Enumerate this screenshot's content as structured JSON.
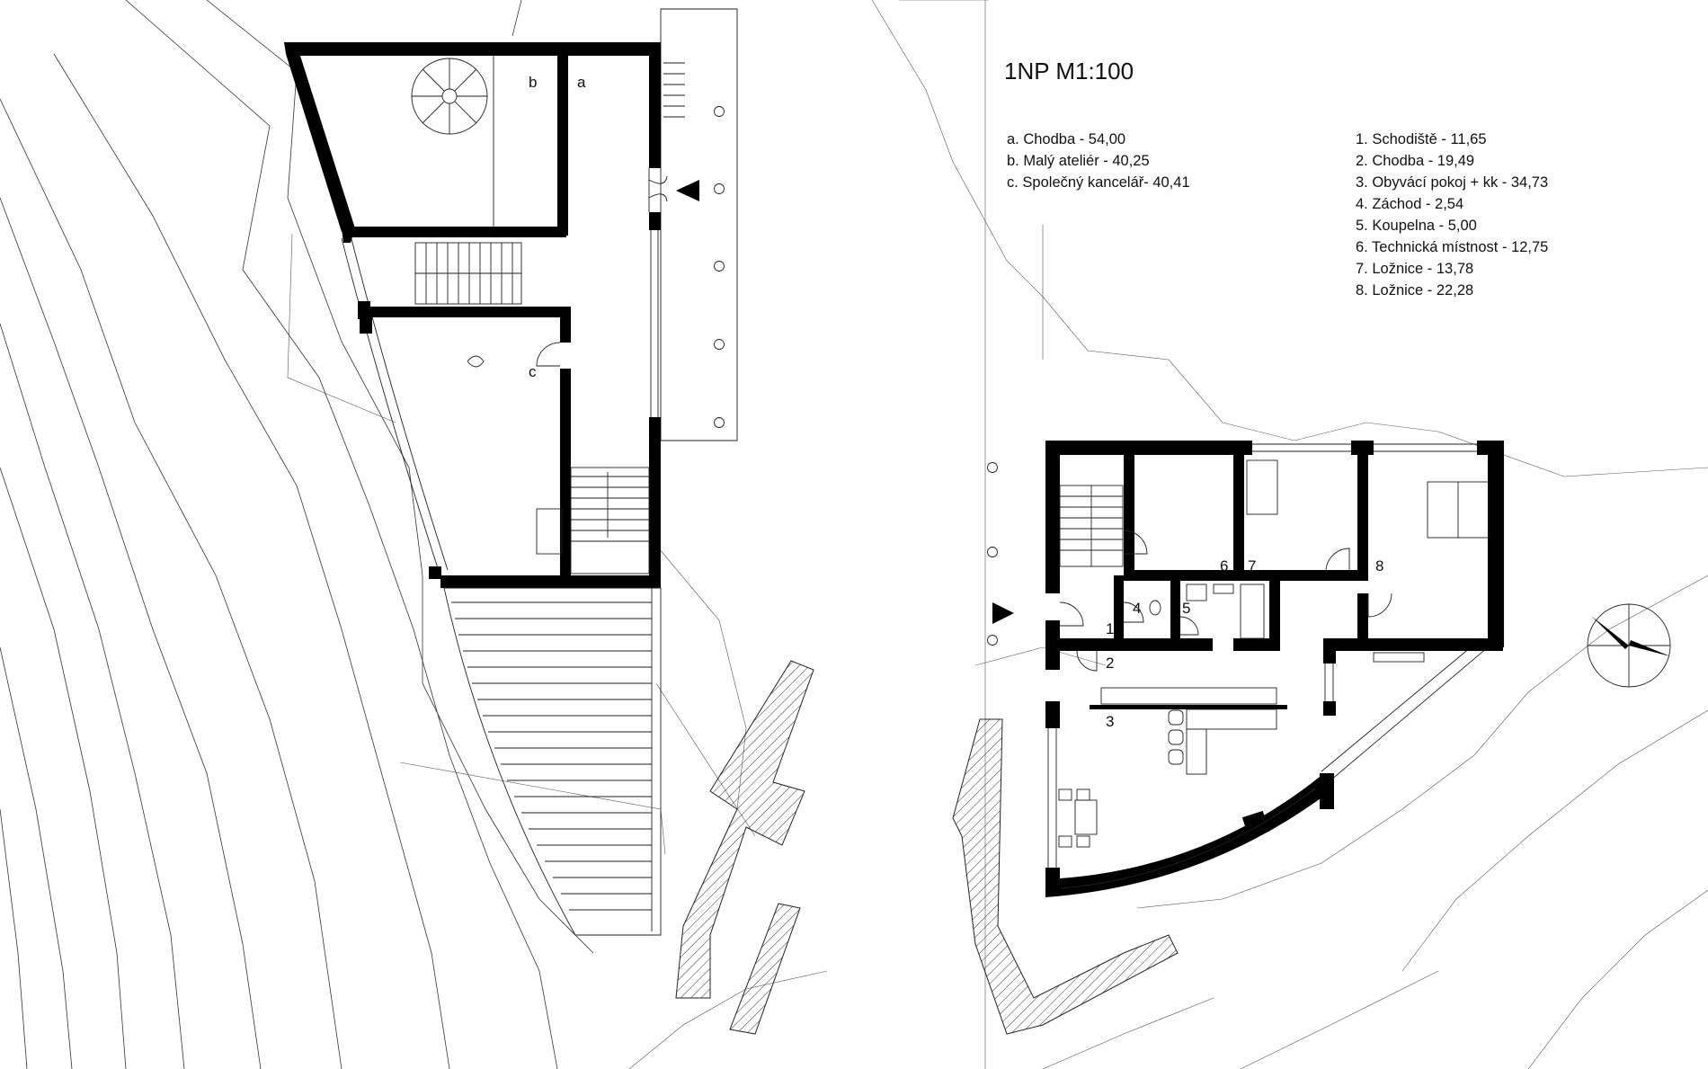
{
  "title": "1NP M1:100",
  "legend_left": [
    "a. Chodba - 54,00",
    "b. Malý ateliér - 40,25",
    "c. Společný kancelář- 40,41"
  ],
  "legend_right": [
    "1. Schodiště - 11,65",
    "2. Chodba - 19,49",
    "3. Obyvácí pokoj + kk - 34,73",
    "4. Záchod - 2,54",
    "5. Koupelna - 5,00",
    "6. Technická místnost - 12,75",
    "7. Ložnice - 13,78",
    "8. Ložnice - 22,28"
  ],
  "rooms_left": {
    "a": "a",
    "b": "b",
    "c": "c"
  },
  "rooms_right": {
    "r1": "1",
    "r2": "2",
    "r3": "3",
    "r4": "4",
    "r5": "5",
    "r6": "6",
    "r7": "7",
    "r8": "8"
  }
}
